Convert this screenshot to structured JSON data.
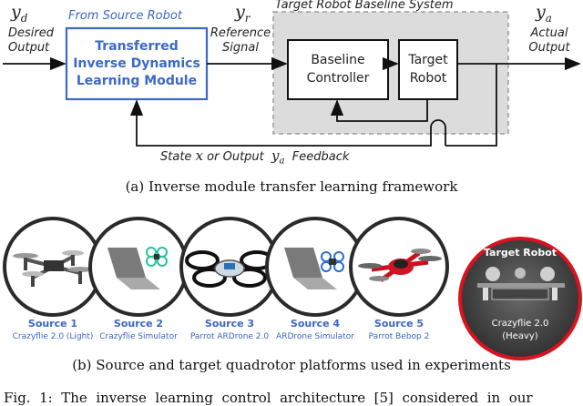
{
  "diagram": {
    "labels": {
      "yd": "y",
      "yd_sub": "d",
      "yr": "y",
      "yr_sub": "r",
      "ya": "y",
      "ya_sub": "a",
      "desired_output": [
        "Desired",
        "Output"
      ],
      "reference_signal": [
        "Reference",
        "Signal"
      ],
      "actual_output": [
        "Actual",
        "Output"
      ],
      "from_source_robot": "From Source Robot",
      "target_baseline_system": "Target Robot Baseline System",
      "inverse_module": [
        "Transferred",
        "Inverse Dynamics",
        "Learning Module"
      ],
      "baseline_controller": [
        "Baseline",
        "Controller"
      ],
      "target_robot_box": [
        "Target",
        "Robot"
      ],
      "feedback_pre": "State",
      "feedback_x": "x",
      "feedback_mid": "or Output",
      "feedback_y": "y",
      "feedback_y_sub": "a",
      "feedback_post": "Feedback"
    },
    "colors": {
      "accent_blue": "#3c68c8",
      "baseline_panel": "#dcdcdc",
      "dark_circle": "#2a2a2a",
      "target_ring": "#d9121f"
    }
  },
  "captions": {
    "a": "(a) Inverse module transfer learning framework",
    "b": "(b) Source and target quadrotor platforms used in experiments",
    "fig": "Fig.  1:  The  inverse  learning  control  architecture  [5]  considered  in  our"
  },
  "platforms": {
    "sources": [
      {
        "title": "Source 1",
        "subtitle": "Crazyflie 2.0 (Light)",
        "icon": "small-quadrotor-icon"
      },
      {
        "title": "Source 2",
        "subtitle": "Crazyflie Simulator",
        "icon": "laptop-simulator-icon"
      },
      {
        "title": "Source 3",
        "subtitle": "Parrot ARDrone 2.0",
        "icon": "ardrone-quadrotor-icon"
      },
      {
        "title": "Source 4",
        "subtitle": "ARDrone Simulator",
        "icon": "laptop-simulator-icon"
      },
      {
        "title": "Source 5",
        "subtitle": "Parrot Bebop 2",
        "icon": "bebop-drone-icon"
      }
    ],
    "target": {
      "title": "Target Robot",
      "subtitle": [
        "Crazyflie 2.0",
        "(Heavy)"
      ],
      "icon": "heavy-quadrotor-icon"
    }
  }
}
